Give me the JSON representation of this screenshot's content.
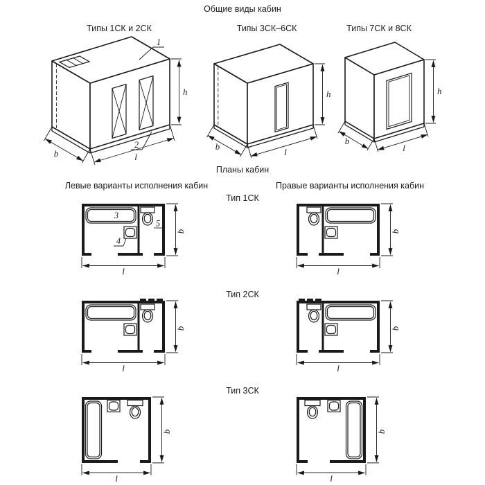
{
  "page": {
    "title": "Общие виды кабин",
    "plans_title": "Планы кабин",
    "left_variants_label": "Левые варианты исполнения кабин",
    "right_variants_label": "Правые варианты исполнения кабин"
  },
  "iso_views": {
    "type_1_2": "Типы 1СК и 2СК",
    "type_3_6": "Типы 3СК–6СК",
    "type_7_8": "Типы 7СК и 8СК"
  },
  "plan_sections": {
    "type_1": "Тип 1СК",
    "type_2": "Тип 2СК",
    "type_3": "Тип 3СК"
  },
  "dims": {
    "b": "b",
    "l": "l",
    "h": "h"
  },
  "callouts": {
    "c1": "1",
    "c2": "2",
    "c3": "3",
    "c4": "4",
    "c5": "5"
  },
  "colors": {
    "ink": "#1a1a1a",
    "background": "#ffffff"
  }
}
